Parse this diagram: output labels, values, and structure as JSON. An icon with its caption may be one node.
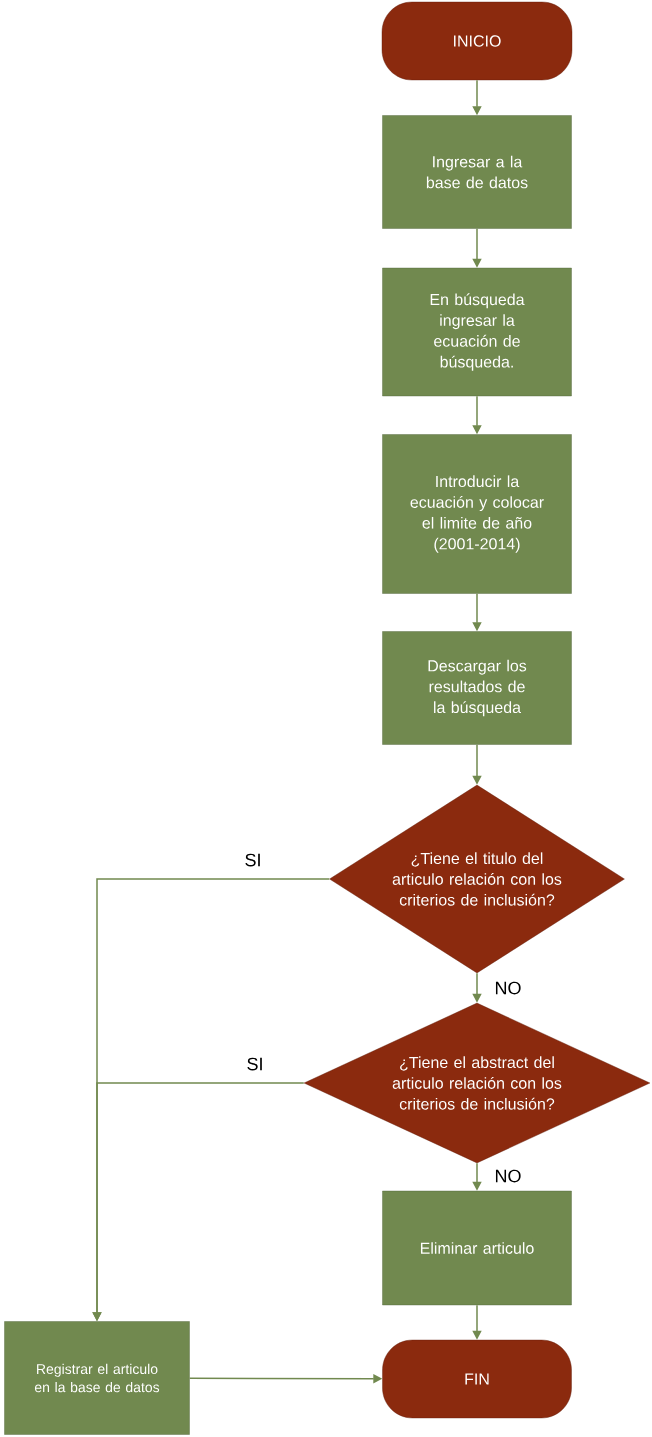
{
  "diagram": {
    "nodes": [
      {
        "text": [
          "INICIO"
        ]
      },
      {
        "text": [
          "Ingresar a la base de datos"
        ]
      },
      {
        "text": [
          "En búsqueda ingresar la ecuación de búsqueda."
        ]
      },
      {
        "text": [
          "Introducir la ecuación y colocar el limite de año (2001-2014)"
        ]
      },
      {
        "text": [
          "Descargar los resultados de la búsqueda"
        ]
      },
      {
        "text": [
          "¿Tiene el titulo del articulo relación con los criterios de inclusión?"
        ]
      },
      {
        "text": [
          "¿Tiene el abstract del articulo relación con los criterios de inclusión?"
        ]
      },
      {
        "text": [
          "Eliminar articulo"
        ]
      },
      {
        "text": [
          "FIN"
        ]
      },
      {
        "text": [
          "Registrar el articulo en la base de datos"
        ]
      }
    ],
    "edges": [
      {
        "from": 0,
        "to": 1,
        "arrow": "to"
      },
      {
        "from": 1,
        "to": 2,
        "arrow": "to"
      },
      {
        "from": 2,
        "to": 3,
        "arrow": "to"
      },
      {
        "from": 3,
        "to": 4,
        "arrow": "to"
      },
      {
        "from": 4,
        "to": 5,
        "arrow": "to"
      },
      {
        "from": 5,
        "to": 6,
        "arrow": "to",
        "label": "NO"
      },
      {
        "from": 6,
        "to": 7,
        "arrow": "to",
        "label": "NO"
      },
      {
        "from": 7,
        "to": 8,
        "arrow": "to"
      },
      {
        "from": 5,
        "to": 9,
        "arrow": "to",
        "label": "SI"
      },
      {
        "from": 6,
        "to": 9,
        "arrow": "to",
        "label": "SI"
      },
      {
        "from": 9,
        "to": 8,
        "arrow": "to"
      }
    ]
  }
}
